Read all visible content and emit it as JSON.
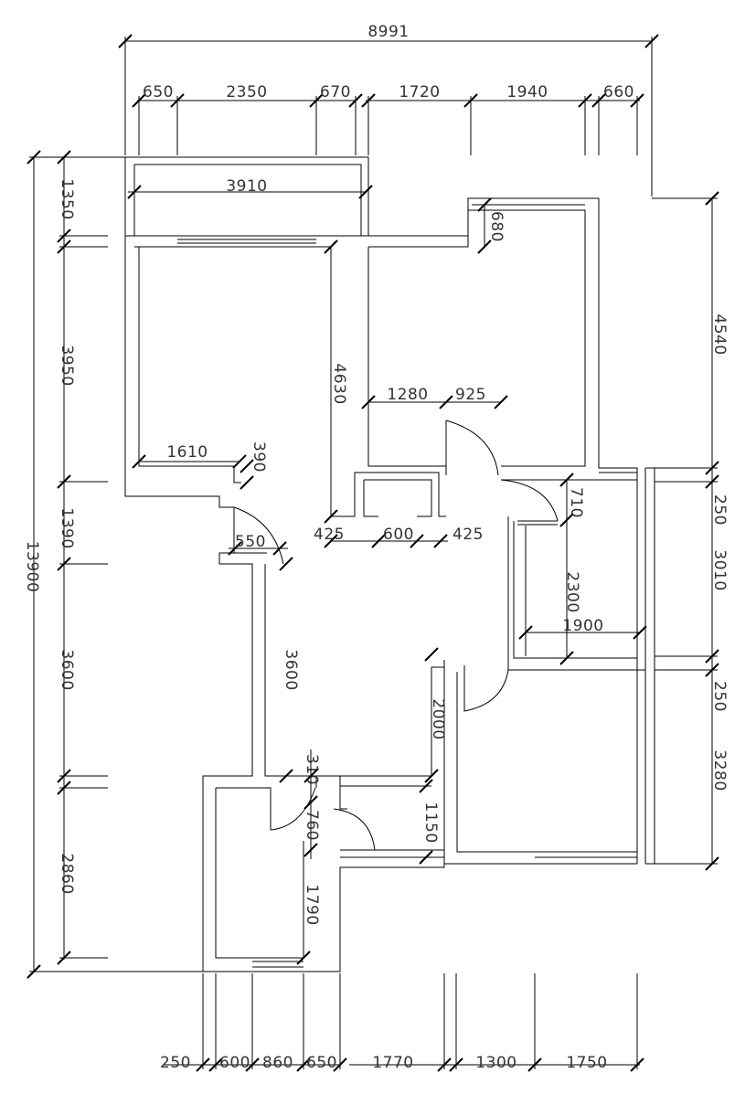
{
  "dimensions": {
    "overall_width": "8991",
    "overall_height": "13900",
    "top": {
      "d650": "650",
      "d2350": "2350",
      "d670": "670",
      "d1720": "1720",
      "d1940": "1940",
      "d660": "660"
    },
    "top_room": "3910",
    "left": {
      "d1350": "1350",
      "d3950": "3950",
      "d1390": "1390",
      "d3600": "3600",
      "d2860": "2860"
    },
    "right": {
      "d4540": "4540",
      "d250a": "250",
      "d3010": "3010",
      "d250b": "250",
      "d3280": "3280"
    },
    "bottom": {
      "d250": "250",
      "d600": "600",
      "d860": "860",
      "d650": "650",
      "d1770": "1770",
      "d1300": "1300",
      "d1750": "1750"
    },
    "interior": {
      "d680": "680",
      "d4630": "4630",
      "d1280": "1280",
      "d925": "925",
      "d1610": "1610",
      "d390": "390",
      "d425a": "425",
      "d600": "600",
      "d425b": "425",
      "d710": "710",
      "d550": "550",
      "d2300": "2300",
      "d1900": "1900",
      "d3600": "3600",
      "d2000": "2000",
      "d310": "310",
      "d1150": "1150",
      "d760": "760",
      "d1790": "1790"
    }
  }
}
